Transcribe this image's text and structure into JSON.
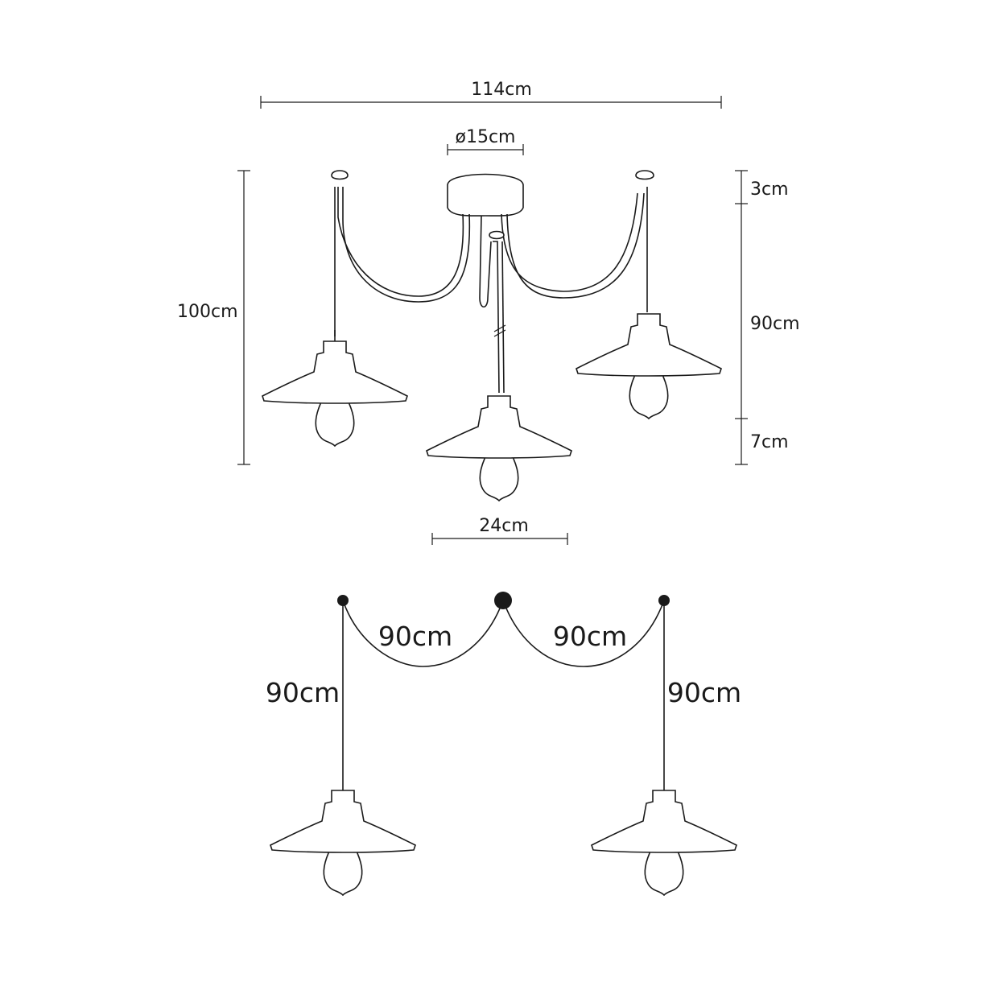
{
  "top_view": {
    "total_width": "114cm",
    "canopy_diameter": "ø15cm",
    "total_height": "100cm",
    "canopy_height": "3cm",
    "cable_length": "90cm",
    "bulb_height": "7cm",
    "shade_diameter": "24cm"
  },
  "bottom_view": {
    "arc_left": "90cm",
    "arc_right": "90cm",
    "drop_left": "90cm",
    "drop_right": "90cm"
  },
  "colors": {
    "ink": "#1a1a1a",
    "background": "#ffffff"
  }
}
